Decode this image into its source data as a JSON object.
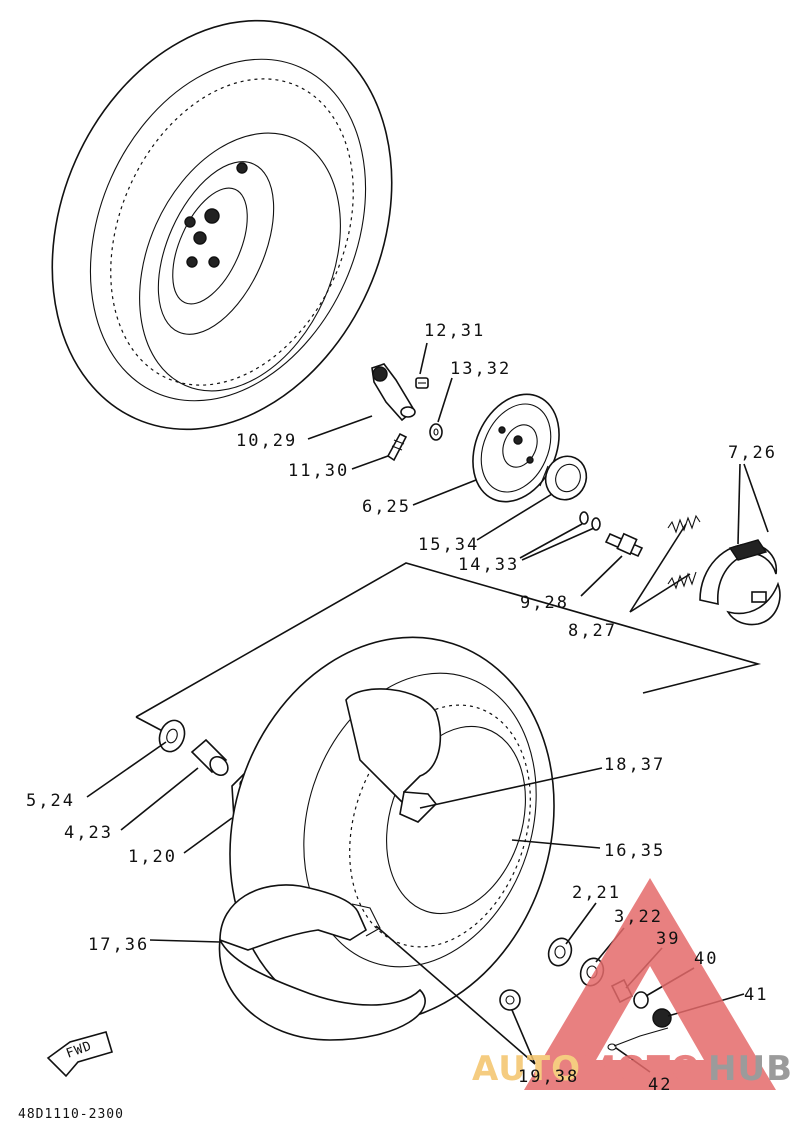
{
  "diagram": {
    "drawing_code": "48D1110-2300",
    "fwd_label": "FWD",
    "labels": {
      "l_12_31": "12,31",
      "l_13_32": "13,32",
      "l_10_29": "10,29",
      "l_11_30": "11,30",
      "l_6_25": "6,25",
      "l_7_26": "7,26",
      "l_15_34": "15,34",
      "l_14_33": "14,33",
      "l_9_28": "9,28",
      "l_8_27": "8,27",
      "l_18_37": "18,37",
      "l_5_24": "5,24",
      "l_4_23": "4,23",
      "l_1_20": "1,20",
      "l_16_35": "16,35",
      "l_2_21": "2,21",
      "l_3_22": "3,22",
      "l_39": "39",
      "l_40": "40",
      "l_41": "41",
      "l_17_36": "17,36",
      "l_19_38": "19,38",
      "l_42": "42"
    }
  },
  "watermark": {
    "part_auto": "AUTO",
    "part_moto": "MOTO",
    "part_hub": "HUB",
    "color_light": "#f4c46a",
    "color_red": "#e46a6a",
    "color_gray": "#8a8a8a"
  }
}
